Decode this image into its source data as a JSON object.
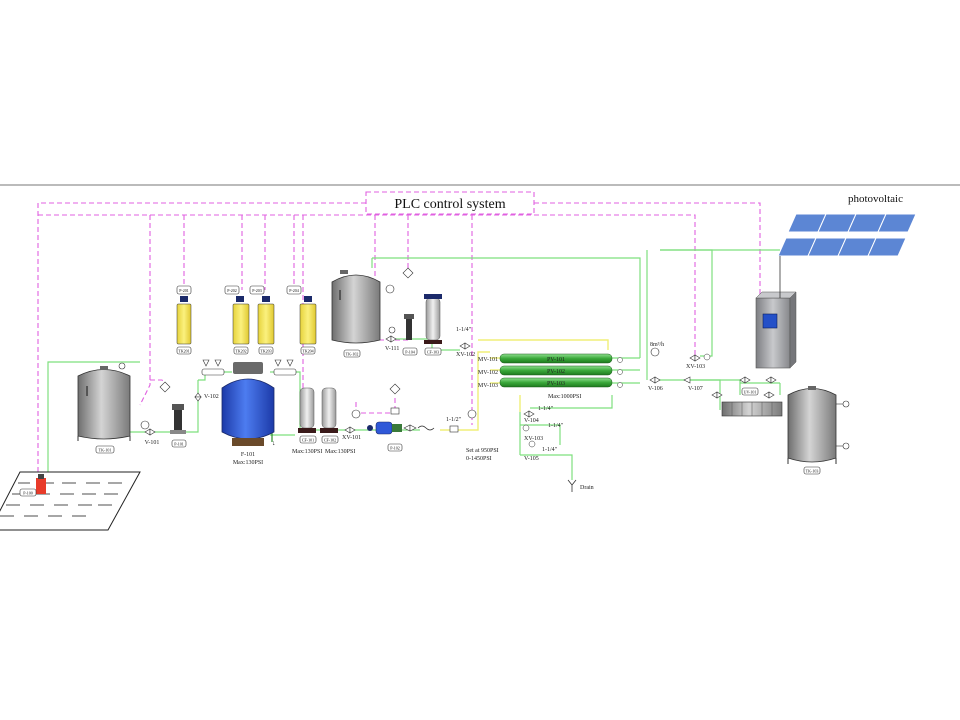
{
  "title": "PLC control system",
  "photovoltaic_label": "photovoltaic",
  "drain_label": "Drain",
  "set_note_1": "Set at 950PSI",
  "set_note_2": "0-1450PSI",
  "filter": {
    "tag": "F-101",
    "max": "Max:130PSI"
  },
  "cartridge_max_1": "Max:130PSI",
  "cartridge_max_2": "Max:130PSI",
  "membrane_max": "Max:1000PSI",
  "flow_unit": "8m³/h",
  "pipe_sizes": {
    "a": "1-1/4\"",
    "b": "1-1/2\"",
    "c": "1-1/4\"",
    "d": "1-1/4\"",
    "e": "1-1/4\""
  },
  "membranes": [
    {
      "mv": "MV-101",
      "pv": "PV-101"
    },
    {
      "mv": "MV-102",
      "pv": "PV-102"
    },
    {
      "mv": "MV-103",
      "pv": "PV-103"
    }
  ],
  "valves": {
    "v101": "V-101",
    "v102": "V-102",
    "xv101": "XV-101",
    "xv102": "XV-102",
    "v103": "XV-103",
    "v104": "V-104",
    "v105": "V-105",
    "v106": "V-106",
    "v107": "V-107",
    "v111": "V-111",
    "xv103b": "XV-103"
  },
  "small_tags": {
    "p201": "P-201",
    "p202": "P-202",
    "p203": "P-203",
    "p204": "P-204",
    "tk201": "TK201",
    "tk202": "TK202",
    "tk203": "TK203",
    "tk204": "TK204",
    "tk101": "TK-101",
    "tk102": "TK-102",
    "tk103": "TK-103",
    "p101": "P-101",
    "p102": "P-102",
    "p104": "P-104",
    "cf101": "CF-101",
    "cf102": "CF-102",
    "cf103": "CF-103",
    "uv": "UV-101",
    "p100": "P-100"
  },
  "colors": {
    "signal": "#e060e0",
    "pipe": "#7ee07e",
    "pipe_dark": "#2a8a2a",
    "pipe_yellow": "#f0ef78",
    "dosing_tank": "#f6ec6a",
    "filter_blue": "#2f58d8",
    "membrane": "#3aa83a",
    "tank_gray": "#a8a8a8",
    "panel": "#9fa0a4",
    "screen": "#2450c8",
    "solar": "#5c86d4",
    "pump_red": "#e83b2a"
  }
}
